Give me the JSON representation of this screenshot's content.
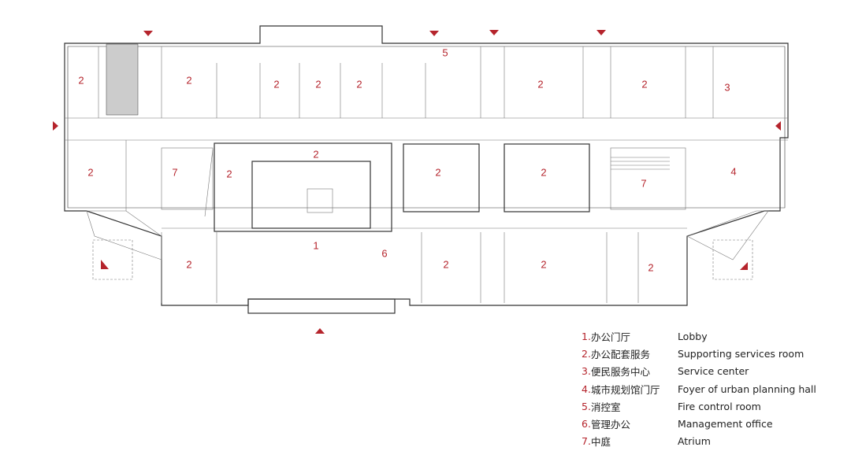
{
  "rooms": {
    "r1": "1",
    "r2": "2",
    "r3": "3",
    "r4": "4",
    "r5": "5",
    "r6": "6",
    "r7": "7"
  },
  "legend": [
    {
      "num": "1.",
      "zh": "办公门厅",
      "en": "Lobby"
    },
    {
      "num": "2.",
      "zh": "办公配套服务",
      "en": "Supporting services room"
    },
    {
      "num": "3.",
      "zh": "便民服务中心",
      "en": "Service center"
    },
    {
      "num": "4.",
      "zh": "城市规划馆门厅",
      "en": "Foyer of urban planning hall"
    },
    {
      "num": "5.",
      "zh": "消控室",
      "en": "Fire control room"
    },
    {
      "num": "6.",
      "zh": "管理办公",
      "en": "Management office"
    },
    {
      "num": "7.",
      "zh": "中庭",
      "en": "Atrium"
    }
  ],
  "colors": {
    "accent": "#b5242c",
    "wall": "#333333"
  }
}
